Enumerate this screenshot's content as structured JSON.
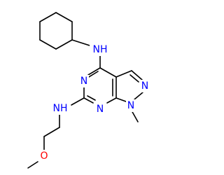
{
  "molecule": {
    "atom_color_carbon": "#000000",
    "atom_color_nitrogen": "#0000ff",
    "atom_color_oxygen": "#ff0000",
    "labels": {
      "nh_cyclohexyl": "NH",
      "ring_n_top": "N",
      "ring_n_bottom": "N",
      "pyrazole_n_double": "N",
      "pyrazole_n_methyl": "N",
      "nh_ethyl": "NH",
      "oxygen": "O"
    }
  }
}
